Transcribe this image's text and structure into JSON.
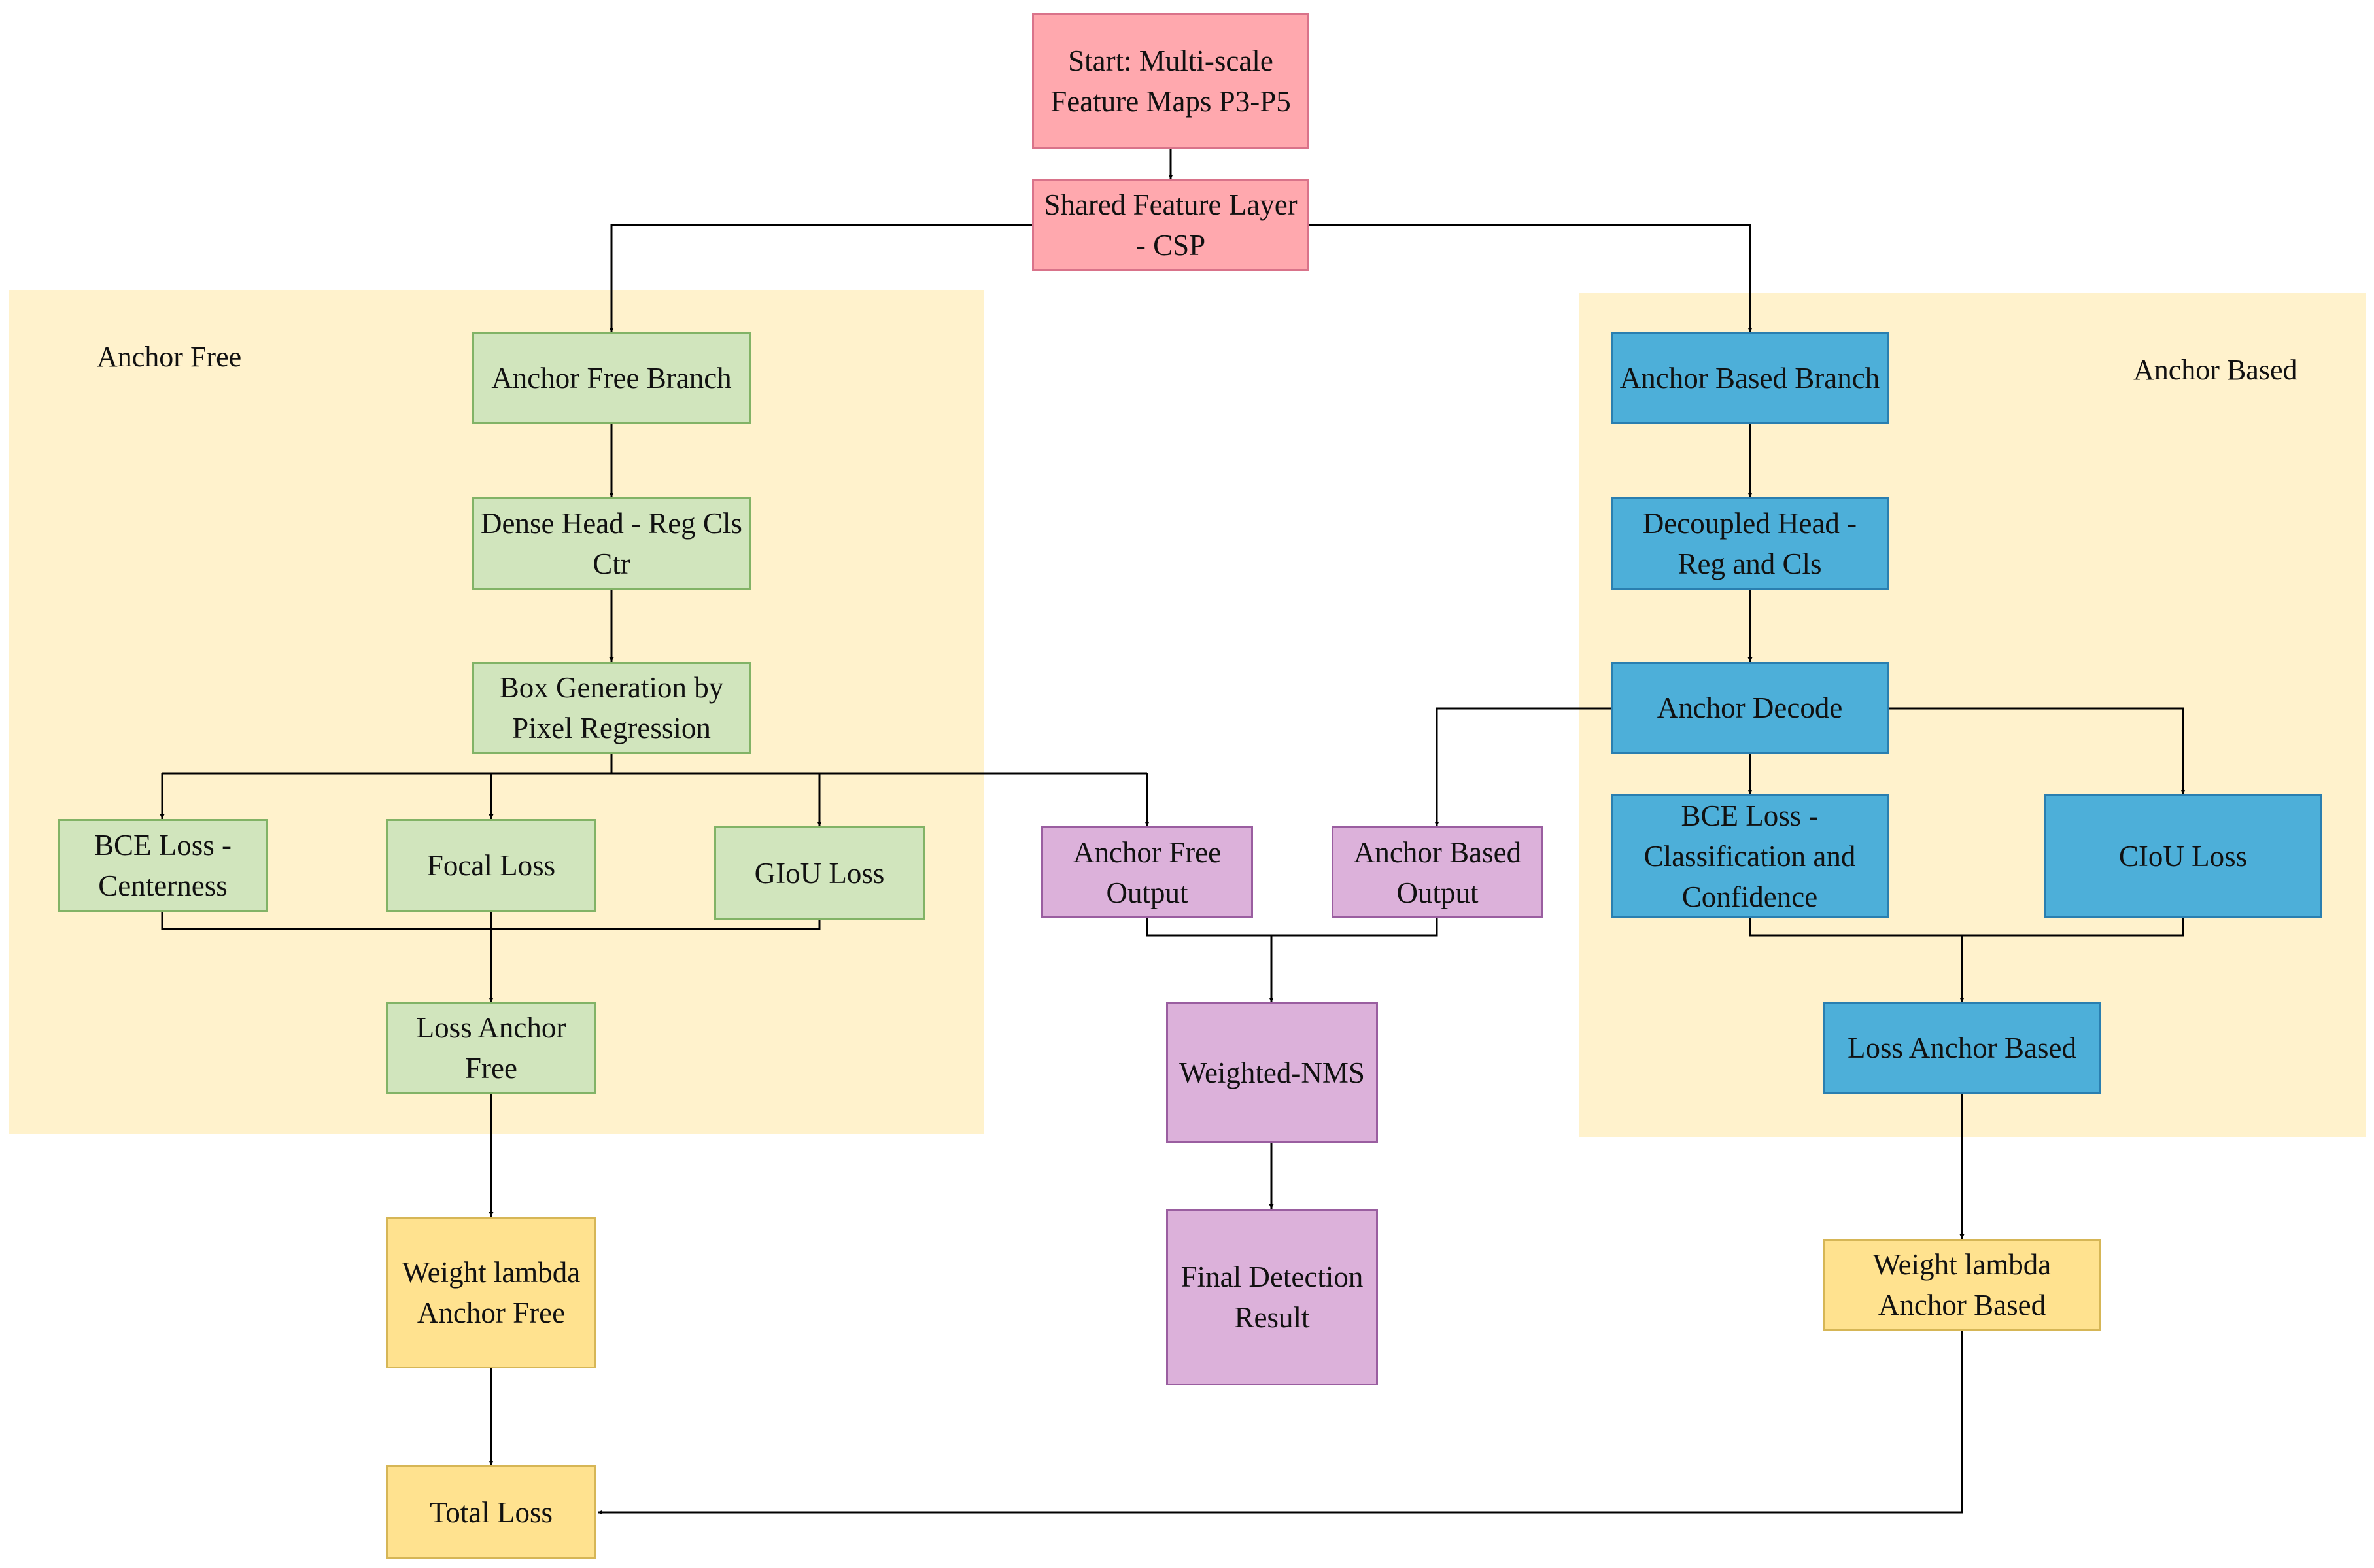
{
  "regions": {
    "anchor_free": "Anchor Free",
    "anchor_based": "Anchor Based"
  },
  "nodes": {
    "start": "Start: Multi-scale Feature Maps P3-P5",
    "shared": "Shared Feature Layer - CSP",
    "af_branch": "Anchor Free Branch",
    "dense_head": "Dense Head - Reg Cls Ctr",
    "box_gen": "Box Generation by Pixel Regression",
    "bce_centerness": "BCE Loss - Centerness",
    "focal": "Focal Loss",
    "giou": "GIoU Loss",
    "loss_af": "Loss Anchor Free",
    "weight_af": "Weight lambda Anchor Free",
    "total": "Total Loss",
    "ab_branch": "Anchor Based Branch",
    "decoupled": "Decoupled Head - Reg and Cls",
    "decode": "Anchor Decode",
    "bce_cls": "BCE Loss - Classification and Confidence",
    "ciou": "CIoU Loss",
    "loss_ab": "Loss Anchor Based",
    "weight_ab": "Weight lambda Anchor Based",
    "af_output": "Anchor Free Output",
    "ab_output": "Anchor Based Output",
    "wnms": "Weighted-NMS",
    "final": "Final Detection Result"
  },
  "colors": {
    "pink": "#ffa8ae",
    "green": "#d1e5bd",
    "blue": "#4dafd9",
    "purple": "#dcb1da",
    "yellow": "#ffe28f",
    "region": "#fff2cc"
  }
}
